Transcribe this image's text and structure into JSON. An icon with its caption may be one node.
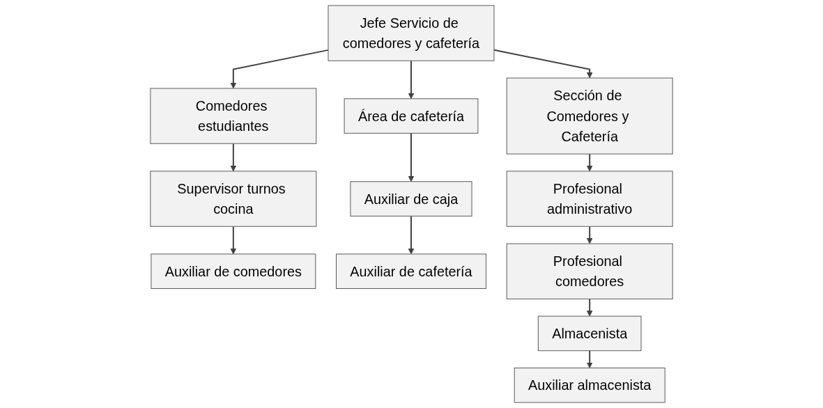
{
  "diagram": {
    "nodes": [
      {
        "text": [
          "Jefe Servicio de comedores y cafetería"
        ]
      },
      {
        "text": [
          "Comedores estudiantes"
        ]
      },
      {
        "text": [
          "Área de cafetería"
        ]
      },
      {
        "text": [
          "Sección de Comedores y Cafetería"
        ]
      },
      {
        "text": [
          "Supervisor turnos cocina"
        ]
      },
      {
        "text": [
          "Auxiliar de caja"
        ]
      },
      {
        "text": [
          "Profesional administrativo"
        ]
      },
      {
        "text": [
          "Auxiliar de comedores"
        ]
      },
      {
        "text": [
          "Auxiliar de cafetería"
        ]
      },
      {
        "text": [
          "Profesional comedores"
        ]
      },
      {
        "text": [
          "Almacenista"
        ]
      },
      {
        "text": [
          "Auxiliar almacenista"
        ]
      }
    ],
    "edges": [
      {
        "from": 0,
        "to": 1,
        "arrow": "to"
      },
      {
        "from": 0,
        "to": 2,
        "arrow": "to"
      },
      {
        "from": 0,
        "to": 3,
        "arrow": "to"
      },
      {
        "from": 1,
        "to": 4,
        "arrow": "to"
      },
      {
        "from": 4,
        "to": 7,
        "arrow": "to"
      },
      {
        "from": 2,
        "to": 5,
        "arrow": "to"
      },
      {
        "from": 5,
        "to": 8,
        "arrow": "to"
      },
      {
        "from": 3,
        "to": 6,
        "arrow": "to"
      },
      {
        "from": 6,
        "to": 9,
        "arrow": "to"
      },
      {
        "from": 9,
        "to": 10,
        "arrow": "to"
      },
      {
        "from": 10,
        "to": 11,
        "arrow": "to"
      }
    ]
  }
}
